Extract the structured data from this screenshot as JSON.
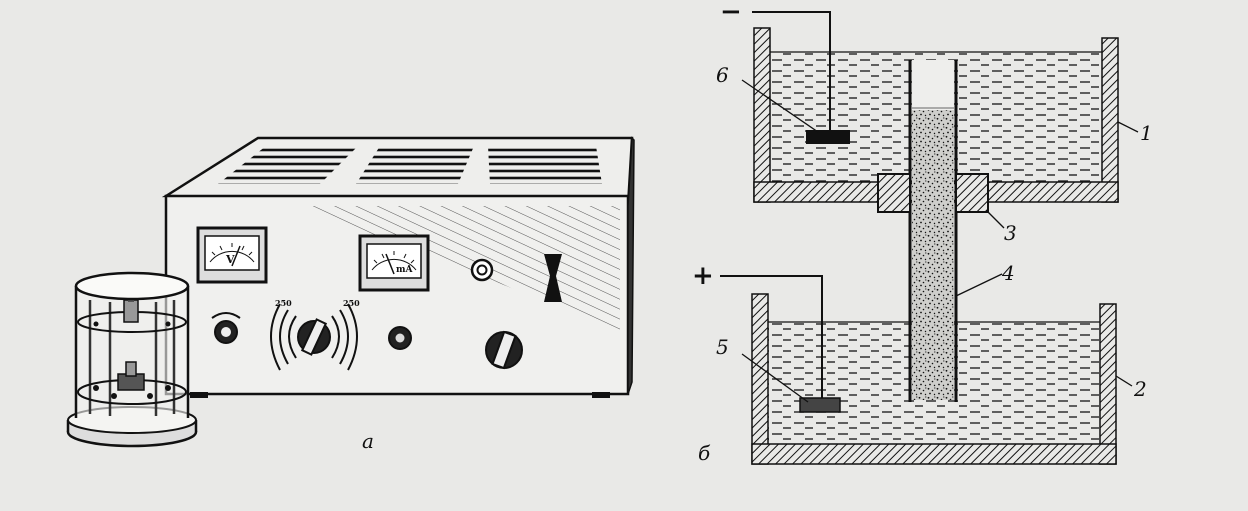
{
  "panel_a": {
    "label": "а",
    "meter_left": {
      "symbol": "V"
    },
    "meter_right": {
      "symbol": "mA"
    },
    "dial": {
      "scale_left": "250",
      "scale_right": "250"
    }
  },
  "panel_b": {
    "label": "б",
    "polarity": {
      "minus": "−",
      "plus": "+"
    },
    "callouts": [
      {
        "id": "1",
        "text": "1"
      },
      {
        "id": "2",
        "text": "2"
      },
      {
        "id": "3",
        "text": "3"
      },
      {
        "id": "4",
        "text": "4"
      },
      {
        "id": "5",
        "text": "5"
      },
      {
        "id": "6",
        "text": "6"
      }
    ]
  },
  "colors": {
    "ink": "#111111",
    "paper": "#e9e9e7",
    "shade": "#777777"
  }
}
